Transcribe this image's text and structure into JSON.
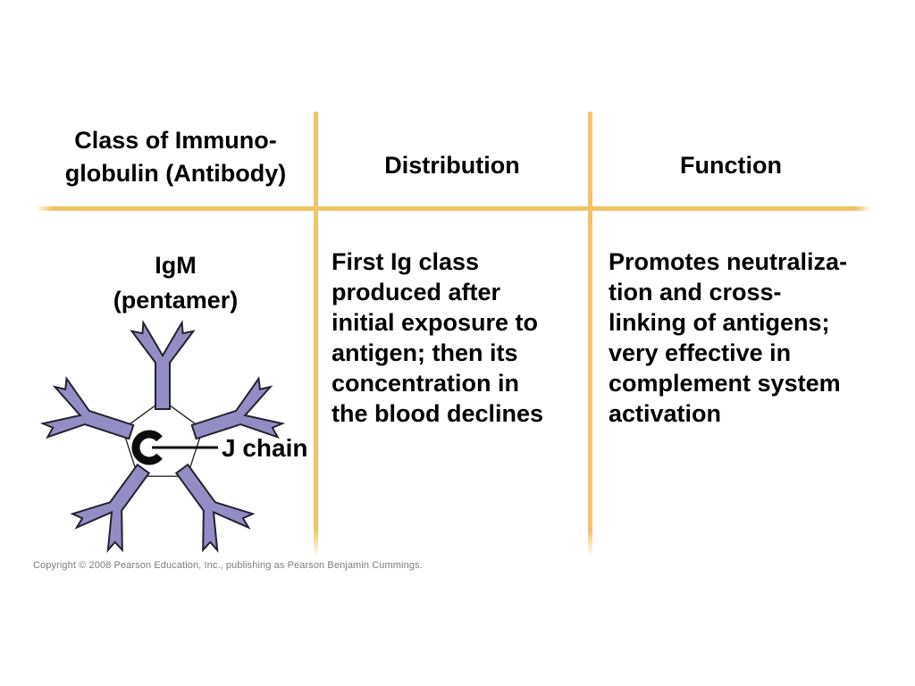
{
  "colors": {
    "accent_line": "#f0c468",
    "antibody_fill": "#938dc5",
    "antibody_stroke": "#23222e",
    "text": "#000000",
    "copyright_text": "#7c7c7c",
    "background": "#ffffff"
  },
  "table": {
    "headers": [
      {
        "label": [
          "Class of Immuno-",
          "globulin (Antibody)"
        ]
      },
      {
        "label": "Distribution"
      },
      {
        "label": "Function"
      }
    ],
    "row": {
      "class_label": [
        "IgM",
        "(pentamer)"
      ],
      "distribution": [
        "First Ig class",
        "produced after",
        "initial exposure to",
        "antigen; then its",
        "concentration in",
        "the blood declines"
      ],
      "function": [
        "Promotes neutraliza-",
        "tion and cross-",
        "linking of antigens;",
        "very effective in",
        "complement system",
        "activation"
      ]
    }
  },
  "diagram": {
    "type": "IgM pentamer schematic",
    "label": "J chain"
  },
  "footer": {
    "copyright": "Copyright © 2008 Pearson Education, Inc., publishing as Pearson Benjamin Cummings."
  }
}
